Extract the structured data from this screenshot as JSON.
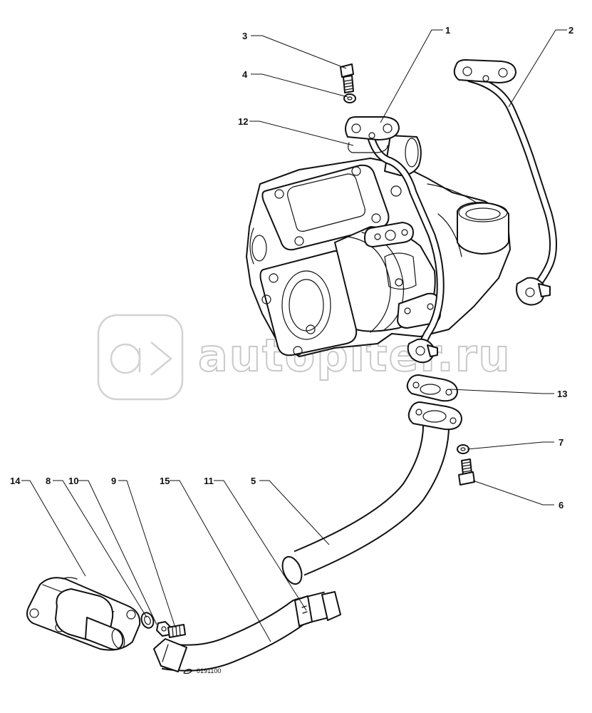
{
  "callouts": {
    "c1": "1",
    "c2": "2",
    "c3": "3",
    "c4": "4",
    "c5": "5",
    "c6": "6",
    "c7": "7",
    "c8": "8",
    "c9": "9",
    "c10": "10",
    "c11": "11",
    "c12": "12",
    "c13": "13",
    "c14": "14",
    "c15": "15"
  },
  "watermark": {
    "text": "autopiter.ru"
  },
  "reference_code": "0191100",
  "colors": {
    "line": "#111111",
    "background": "#ffffff",
    "watermark": "#c9c9c9"
  }
}
